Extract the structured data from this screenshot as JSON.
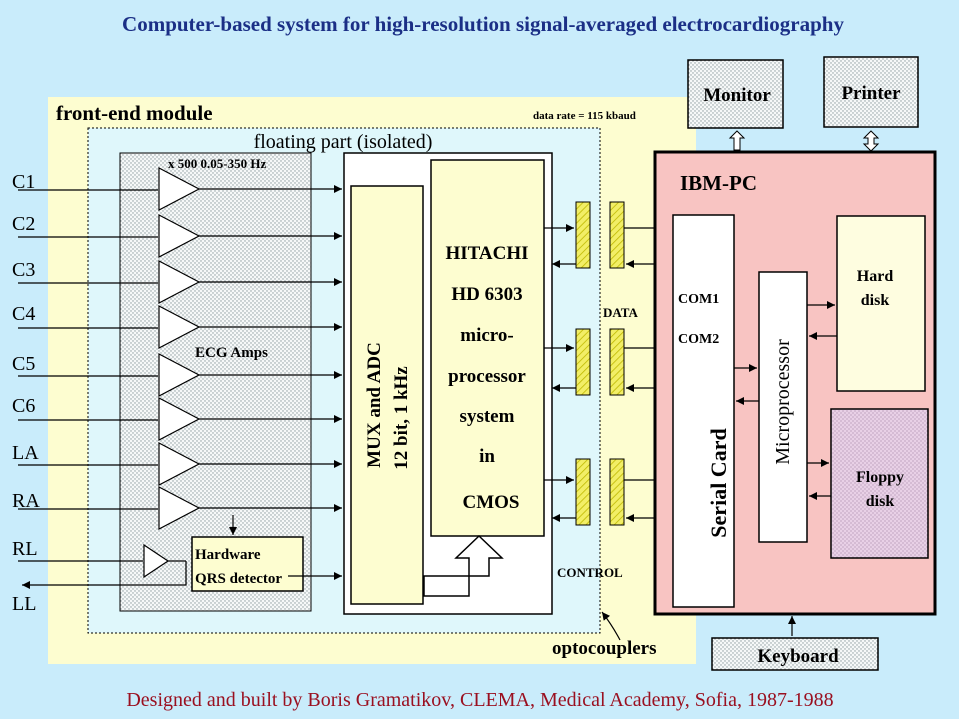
{
  "title": "Computer-based system for high-resolution signal-averaged electrocardiography",
  "credit": "Designed and built by Boris Gramatikov, CLEMA, Medical Academy, Sofia, 1987-1988",
  "front_end": {
    "label": "front-end module",
    "data_rate": "data rate = 115 kbaud",
    "floating_label": "floating part (isolated)",
    "gain_label": "x 500  0.05-350 Hz",
    "amps_label": "ECG Amps",
    "qrs_line1": "Hardware",
    "qrs_line2": "QRS detector",
    "adc_line1": "MUX and ADC",
    "adc_line2": "12 bit, 1 kHz",
    "mcu_lines": [
      "HITACHI",
      "HD 6303",
      "micro-",
      "processor",
      "system",
      "in",
      "CMOS"
    ],
    "data_label": "DATA",
    "control_label": "CONTROL",
    "optocouplers_label": "optocouplers"
  },
  "leads": [
    "C1",
    "C2",
    "C3",
    "C4",
    "C5",
    "C6",
    "LA",
    "RA",
    "RL",
    "LL"
  ],
  "pc": {
    "label": "IBM-PC",
    "com1": "COM1",
    "com2": "COM2",
    "serial_card": "Serial Card",
    "microprocessor": "Microprocessor",
    "hard_disk_line1": "Hard",
    "hard_disk_line2": "disk",
    "floppy_line1": "Floppy",
    "floppy_line2": "disk"
  },
  "peripherals": {
    "monitor": "Monitor",
    "printer": "Printer",
    "keyboard": "Keyboard"
  },
  "colors": {
    "background": "#c9ecfb",
    "front_end_fill": "#fdfdd0",
    "floating_fill": "#dff7fb",
    "pc_fill": "#f8c4c2",
    "pc_border": "#cc0000",
    "hard_disk_fill": "#fefde0",
    "floppy_fill": "#e8d0e6",
    "optocoupler_fill": "#f2ee66",
    "title_color": "#1b2f86",
    "credit_color": "#9a1020"
  }
}
